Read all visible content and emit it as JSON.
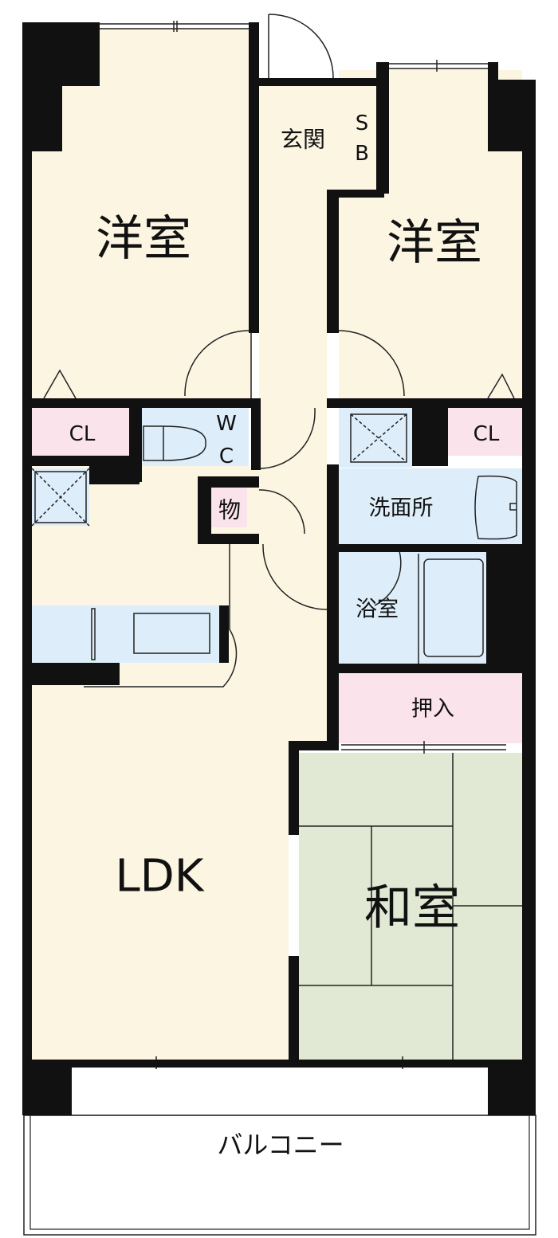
{
  "floor_plan": {
    "rooms": {
      "bedroom_left": "洋室",
      "bedroom_right": "洋室",
      "entrance": "玄関",
      "shoe_box_top": "S",
      "shoe_box_bottom": "B",
      "closet_left": "CL",
      "closet_right": "CL",
      "toilet_top": "W",
      "toilet_bottom": "C",
      "storage": "物",
      "washroom": "洗面所",
      "bathroom": "浴室",
      "oshiire": "押入",
      "ldk": "LDK",
      "washitsu": "和室",
      "balcony": "バルコニー"
    },
    "colors": {
      "floor": "#fcf5e2",
      "storage": "#fbe3ec",
      "wet_area": "#ddeefa",
      "tatami": "#e1e8d3",
      "wall": "#111111"
    }
  }
}
